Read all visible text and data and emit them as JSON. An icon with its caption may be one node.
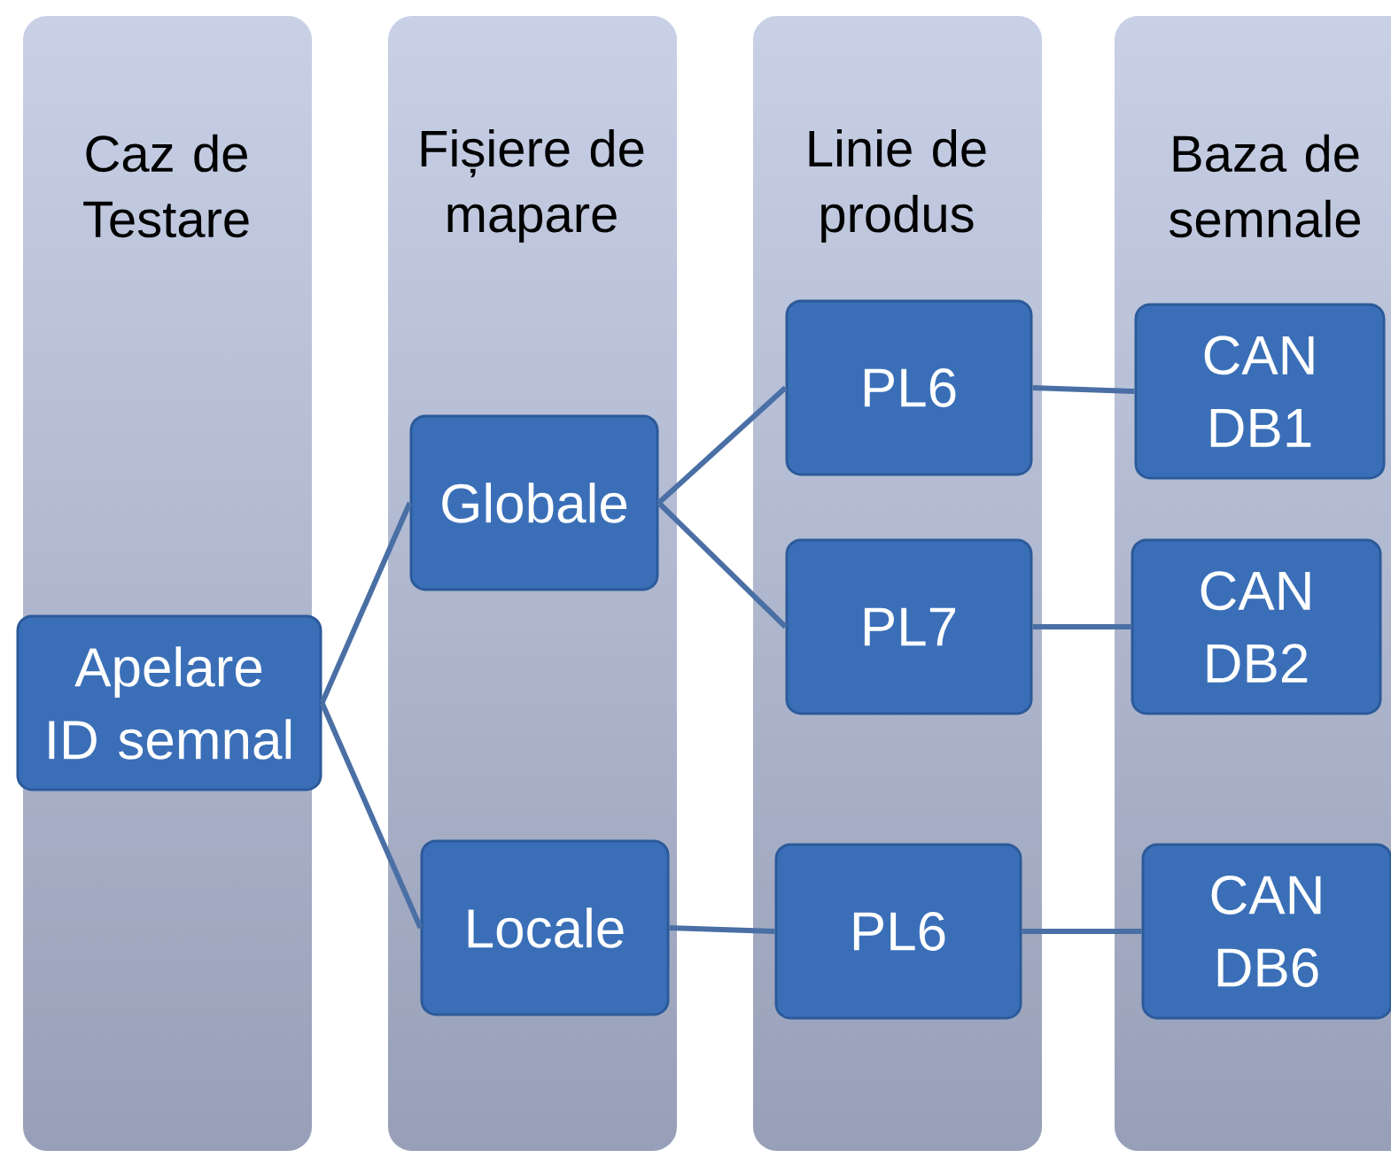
{
  "diagram": {
    "nodes": [
      {
        "text": [
          "Caz de Testare"
        ]
      },
      {
        "text": [
          "Fișiere de mapare"
        ]
      },
      {
        "text": [
          "Linie de produs"
        ]
      },
      {
        "text": [
          "Baza de semnale"
        ]
      },
      {
        "text": [
          "Apelare ID semnal"
        ],
        "in": 0
      },
      {
        "text": [
          "Globale"
        ],
        "in": 1
      },
      {
        "text": [
          "Locale"
        ],
        "in": 1
      },
      {
        "text": [
          "PL6"
        ],
        "in": 2
      },
      {
        "text": [
          "PL7"
        ],
        "in": 2
      },
      {
        "text": [
          "PL6"
        ],
        "in": 2
      },
      {
        "text": [
          "CAN DB1"
        ],
        "in": 3
      },
      {
        "text": [
          "CAN DB2"
        ],
        "in": 3
      },
      {
        "text": [
          "CAN DB6"
        ],
        "in": 3
      }
    ],
    "edges": [
      {
        "from": 4,
        "to": 5,
        "arrow": "none"
      },
      {
        "from": 4,
        "to": 6,
        "arrow": "none"
      },
      {
        "from": 5,
        "to": 7,
        "arrow": "none"
      },
      {
        "from": 5,
        "to": 8,
        "arrow": "none"
      },
      {
        "from": 6,
        "to": 9,
        "arrow": "none"
      },
      {
        "from": 7,
        "to": 10,
        "arrow": "none"
      },
      {
        "from": 8,
        "to": 11,
        "arrow": "none"
      },
      {
        "from": 9,
        "to": 12,
        "arrow": "none"
      }
    ]
  }
}
